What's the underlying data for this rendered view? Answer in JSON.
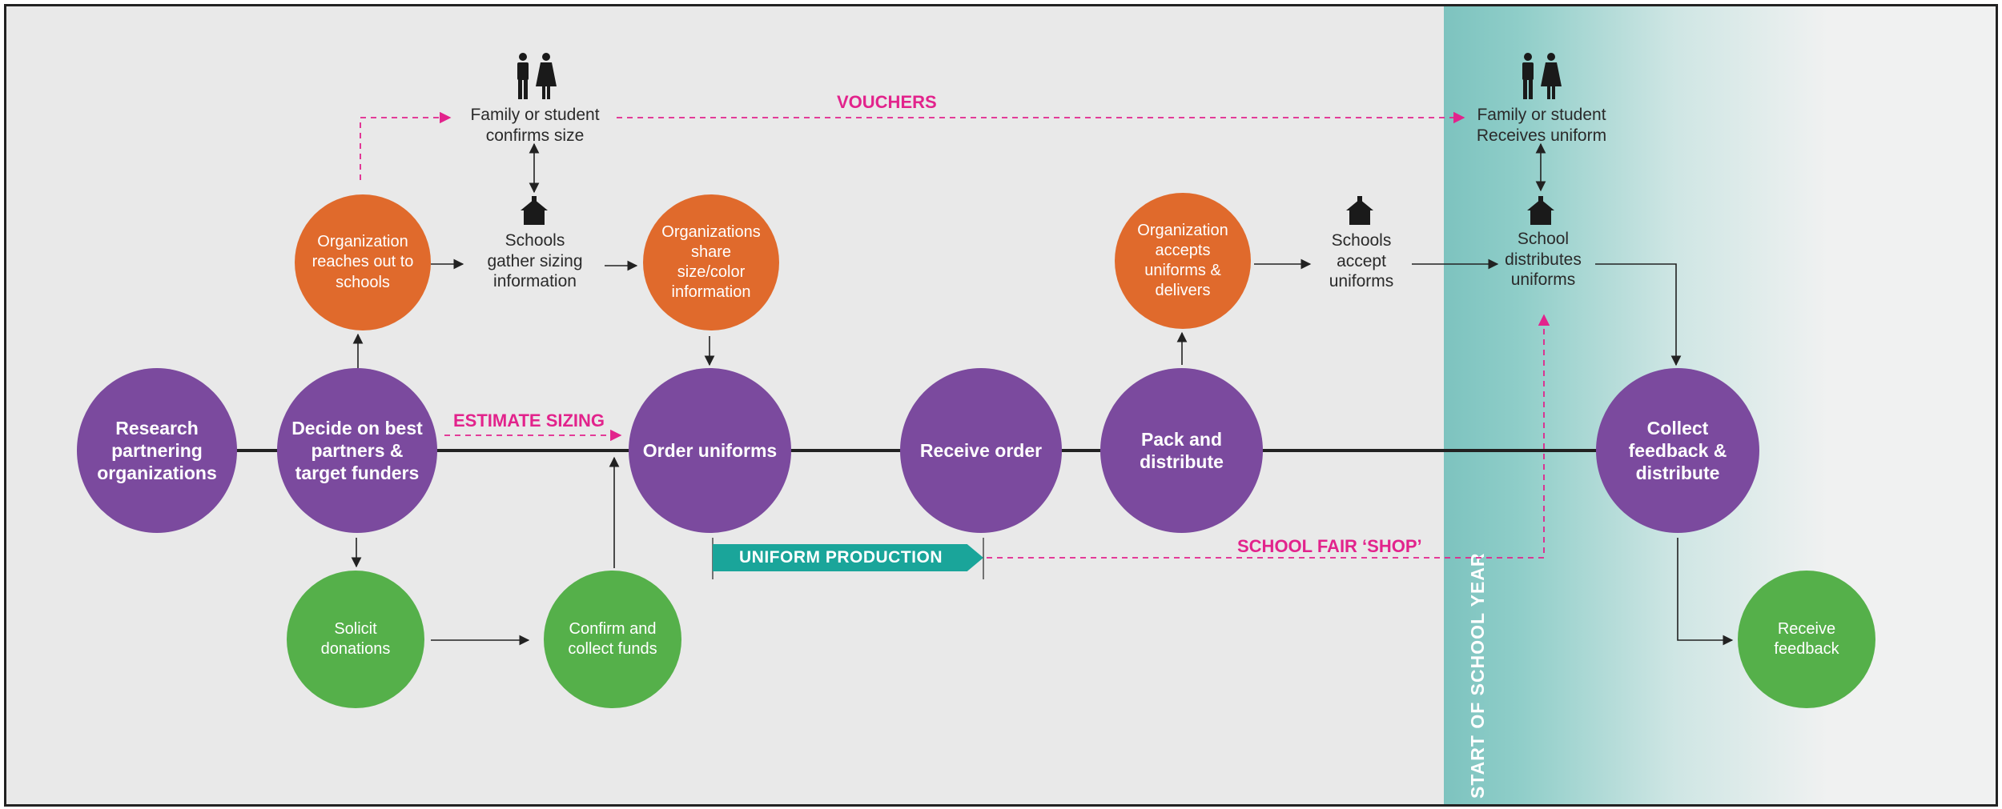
{
  "side_label": "START OF SCHOOL YEAR",
  "nodes": {
    "research": "Research partnering organizations",
    "decide": "Decide on best partners & target funders",
    "order": "Order uniforms",
    "receive_order": "Receive order",
    "pack": "Pack and distribute",
    "collect": "Collect feedback & distribute",
    "org_reaches": "Organization reaches out to schools",
    "orgs_share": "Organizations share size/color information",
    "org_accepts": "Organization accepts uniforms & delivers",
    "solicit": "Solicit donations",
    "confirm_funds": "Confirm and collect funds",
    "receive_feedback": "Receive feedback"
  },
  "labels": {
    "family_confirms": "Family or student\nconfirms size",
    "schools_gather": "Schools\ngather sizing\ninformation",
    "schools_accept": "Schools\naccept\nuniforms",
    "family_receives": "Family or student\nReceives uniform",
    "school_distributes": "School\ndistributes\nuniforms"
  },
  "flows": {
    "vouchers": "VOUCHERS",
    "estimate_sizing": "ESTIMATE SIZING",
    "uniform_production": "UNIFORM PRODUCTION",
    "school_fair": "SCHOOL FAIR ‘SHOP’"
  },
  "colors": {
    "purple": "#7b4a9e",
    "orange": "#e06a2c",
    "green": "#55b04a",
    "magenta": "#e2238c",
    "teal": "#1aa59a"
  },
  "icons": [
    "family-icon",
    "school-icon"
  ]
}
